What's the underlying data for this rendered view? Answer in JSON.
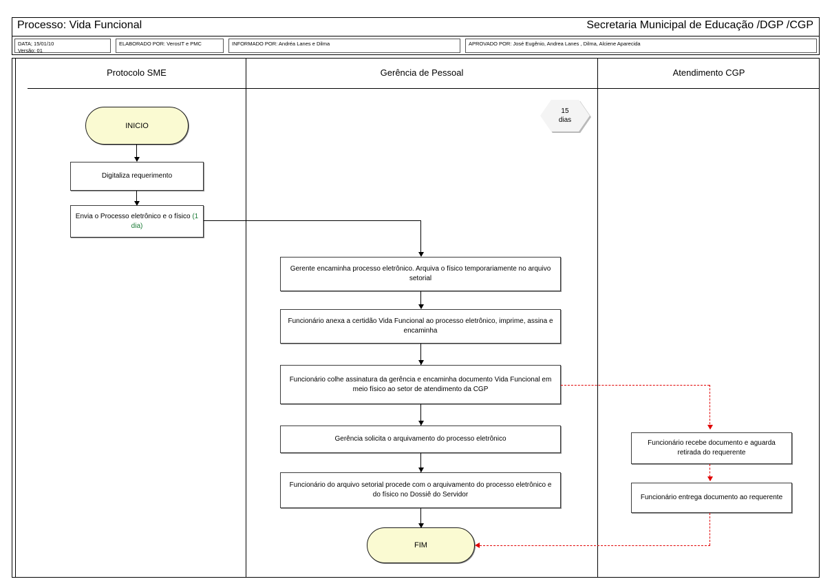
{
  "header": {
    "process_label": "Processo: Vida Funcional",
    "org_label": "Secretaria Municipal de Educação /DGP /CGP",
    "meta": {
      "data_line1": "DATA; 15/01/10",
      "data_line2": "Versão: 01",
      "elaborado": "ELABORADO POR: VerosIT e PMC",
      "informado": "INFORMADO POR: Andréa Lanes e Dilma",
      "aprovado": "APROVADO POR: José Eugênio,  Andrea Lanes ,  Dilma, Alciene Aparecida"
    }
  },
  "lanes": [
    {
      "id": "protocolo-sme",
      "title": "Protocolo SME"
    },
    {
      "id": "gerencia-de-pessoal",
      "title": "Gerência de Pessoal"
    },
    {
      "id": "atendimento-cgp",
      "title": "Atendimento CGP"
    }
  ],
  "nodes": {
    "start": {
      "label": "INICIO"
    },
    "p1": {
      "label": "Digitaliza requerimento"
    },
    "p2": {
      "label_main": "Envia o Processo eletrônico e o físico ",
      "label_time": "(1 dia)"
    },
    "timer": {
      "line1": "15",
      "line2": "dias"
    },
    "g1": {
      "label": "Gerente encaminha processo eletrônico. Arquiva o físico temporariamente no arquivo setorial"
    },
    "g2": {
      "label": "Funcionário anexa a certidão Vida Funcional ao processo eletrônico, imprime, assina e encaminha"
    },
    "g3": {
      "label": "Funcionário colhe assinatura da gerência e encaminha documento Vida Funcional em meio físico ao setor de atendimento da CGP"
    },
    "g4": {
      "label": "Gerência solicita o arquivamento do processo eletrônico"
    },
    "g5": {
      "label": "Funcionário do arquivo setorial procede com o arquivamento do processo eletrônico e do físico no Dossiê do Servidor"
    },
    "end": {
      "label": "FIM"
    },
    "c1": {
      "label": "Funcionário recebe documento e aguarda retirada do requerente"
    },
    "c2": {
      "label": "Funcionário entrega documento ao requerente"
    }
  },
  "colors": {
    "terminator_fill": "#FAFAD2",
    "flow_line": "#000000",
    "handoff_line": "#E00000",
    "timer_fill": "#F4F4F4",
    "duration_text": "#1A7A35"
  }
}
